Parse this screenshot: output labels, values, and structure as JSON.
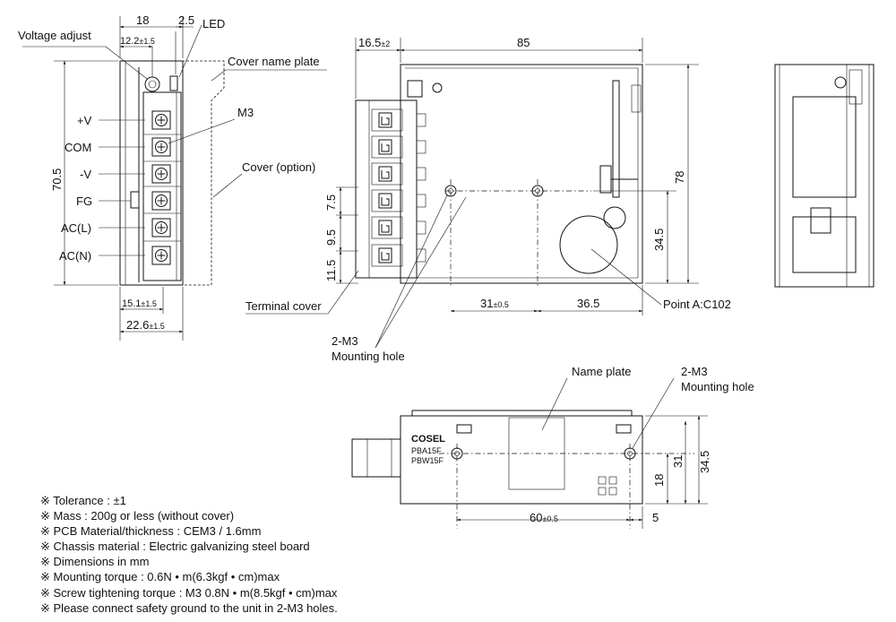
{
  "front_view": {
    "dim_top_width": "18",
    "dim_led_offset": "2.5",
    "label_led": "LED",
    "label_voltage_adjust": "Voltage adjust",
    "dim_adjust": "12.2",
    "dim_adjust_tol": "±1.5",
    "label_cover_name_plate": "Cover name plate",
    "label_m3": "M3",
    "label_cover_option": "Cover (option)",
    "terminals": [
      "+V",
      "COM",
      "-V",
      "FG",
      "AC(L)",
      "AC(N)"
    ],
    "dim_height": "70.5",
    "dim_terminal_depth": "15.1",
    "dim_terminal_depth_tol": "±1.5",
    "dim_depth": "22.6",
    "dim_depth_tol": "±1.5"
  },
  "side_view": {
    "dim_overhang": "16.5",
    "dim_overhang_tol": "±2",
    "dim_length": "85",
    "dim_height": "78",
    "dim_hole_height": "34.5",
    "dim_pitch": "7.5",
    "dim_pitch2": "9.5",
    "dim_bottom": "11.5",
    "dim_hole_spacing": "31",
    "dim_hole_spacing_tol": "±0.5",
    "dim_hole_to_end": "36.5",
    "label_terminal_cover": "Terminal cover",
    "label_point_a": "Point A:C102",
    "label_mounting_qty": "2-M3",
    "label_mounting_hole": "Mounting hole"
  },
  "bottom_view": {
    "label_name_plate": "Name plate",
    "label_mounting_qty": "2-M3",
    "label_mounting_hole": "Mounting hole",
    "brand": "COSEL",
    "model_1": "PBA15F",
    "model_2": "PBW15F",
    "dim_hole_spacing": "60",
    "dim_hole_spacing_tol": "±0.5",
    "dim_hole_to_end": "5",
    "dim_hole_y1": "18",
    "dim_hole_y2": "31",
    "dim_width": "34.5"
  },
  "notes": [
    "※ Tolerance : ±1",
    "※ Mass : 200g or less (without cover)",
    "※ PCB Material/thickness : CEM3 / 1.6mm",
    "※ Chassis material : Electric galvanizing steel board",
    "※ Dimensions in mm",
    "※ Mounting torque : 0.6N • m(6.3kgf • cm)max",
    "※ Screw tightening torque : M3 0.8N • m(8.5kgf • cm)max",
    "※ Please connect safety ground to the unit in 2-M3 holes."
  ]
}
